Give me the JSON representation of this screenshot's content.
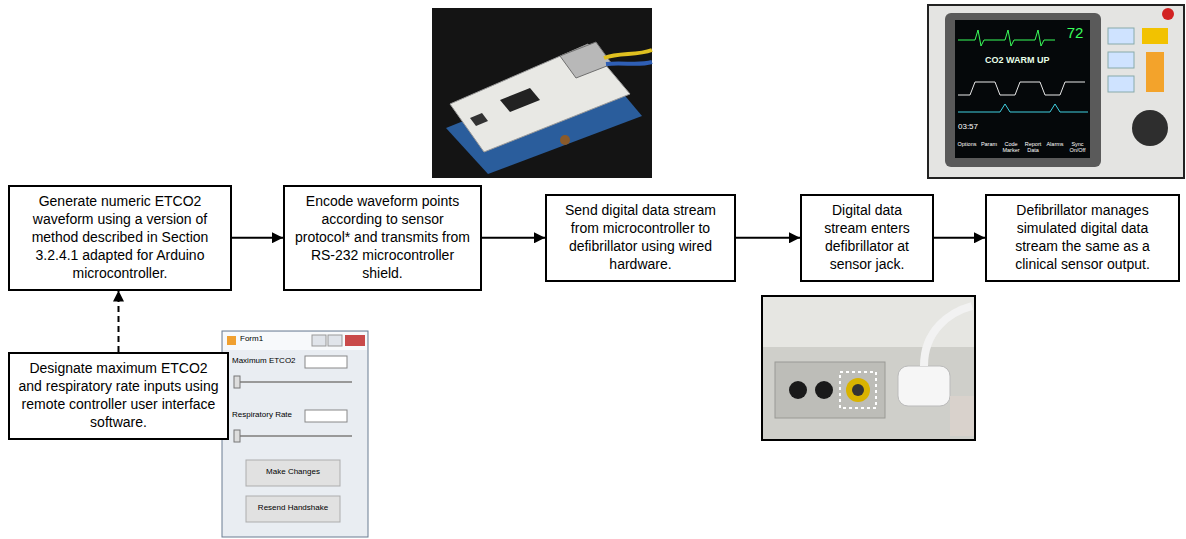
{
  "diagram": {
    "nodes": [
      {
        "text": [
          "Generate numeric ETCO2 waveform using a version of method described in Section 3.2.4.1 adapted for Arduino microcontroller."
        ]
      },
      {
        "text": [
          "Designate maximum ETCO2 and respiratory rate inputs using remote controller user interface software."
        ]
      },
      {
        "text": [
          "Encode waveform points according to sensor protocol* and transmits from RS-232 microcontroller shield."
        ]
      },
      {
        "text": [
          "Send digital data stream from microcontroller to defibrillator using wired hardware."
        ]
      },
      {
        "text": [
          "Digital data stream enters defibrillator at sensor jack."
        ]
      },
      {
        "text": [
          "Defibrillator manages simulated digital data stream the same as a clinical sensor output."
        ]
      }
    ],
    "edges": [
      {
        "from": 0,
        "to": 2,
        "arrow": "to"
      },
      {
        "from": 2,
        "to": 3,
        "arrow": "to"
      },
      {
        "from": 3,
        "to": 4,
        "arrow": "to"
      },
      {
        "from": 4,
        "to": 5,
        "arrow": "to"
      },
      {
        "from": 1,
        "to": 0,
        "arrow": "to"
      }
    ],
    "labels": [
      "Form1",
      "Maximum ETCO2",
      "Respiratory Rate",
      "Make Changes",
      "Resend Handshake",
      "CO2 WARM UP",
      "72",
      "03:57",
      "Options",
      "Param",
      "Code Marker",
      "Report Data",
      "Alarms",
      "Sync On/Off"
    ]
  }
}
